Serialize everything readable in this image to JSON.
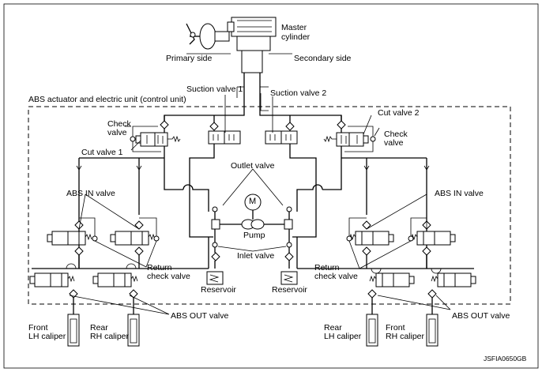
{
  "labels": {
    "master_cylinder": [
      "Master",
      "cylinder"
    ],
    "primary_side": "Primary side",
    "secondary_side": "Secondary side",
    "unit": "ABS actuator and electric unit (control unit)",
    "suction_valve_1": "Suction valve 1",
    "suction_valve_2": "Suction valve 2",
    "check_valve_left": [
      "Check",
      "valve"
    ],
    "check_valve_right": [
      "Check",
      "valve"
    ],
    "cut_valve_1": "Cut valve 1",
    "cut_valve_2": "Cut valve 2",
    "outlet_valve": "Outlet valve",
    "motor": "M",
    "pump": "Pump",
    "inlet_valve": "Inlet valve",
    "abs_in_valve_left": "ABS IN valve",
    "abs_in_valve_right": "ABS IN valve",
    "return_check_left": [
      "Return",
      "check valve"
    ],
    "return_check_right": [
      "Return",
      "check valve"
    ],
    "reservoir_left": "Reservoir",
    "reservoir_right": "Reservoir",
    "abs_out_left": "ABS OUT valve",
    "abs_out_right": "ABS OUT valve",
    "front_lh": [
      "Front",
      "LH caliper"
    ],
    "rear_rh": [
      "Rear",
      "RH caliper"
    ],
    "rear_lh": [
      "Rear",
      "LH caliper"
    ],
    "front_rh": [
      "Front",
      "RH caliper"
    ],
    "figure_code": "JSFIA0650GB"
  }
}
